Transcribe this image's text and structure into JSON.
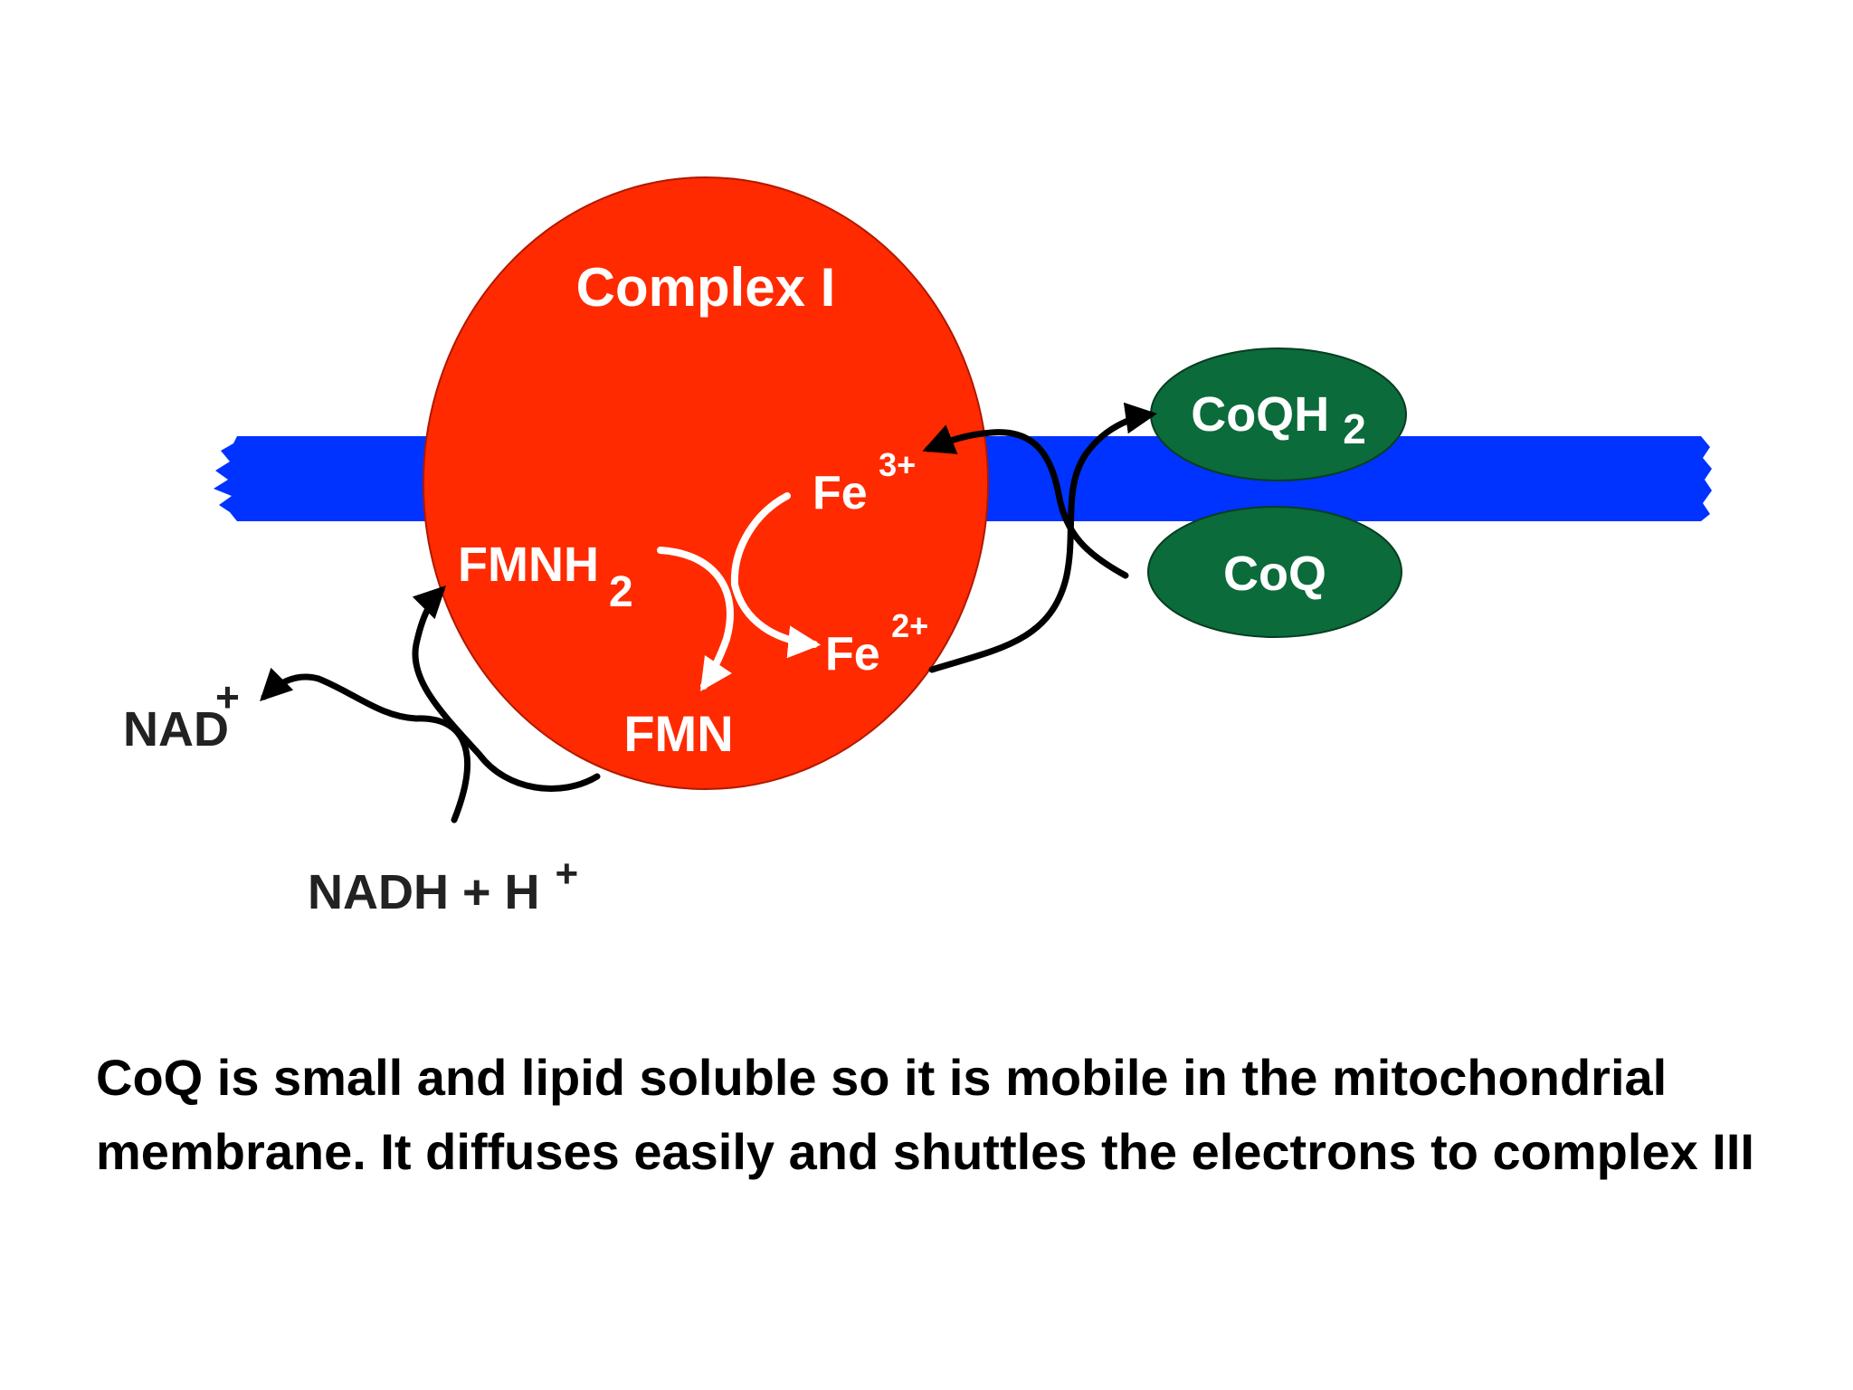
{
  "diagram": {
    "complex_label": "Complex I",
    "fe3": {
      "base": "Fe",
      "sup": "3+"
    },
    "fe2": {
      "base": "Fe",
      "sup": "2+"
    },
    "fmnh2": {
      "base": "FMNH",
      "sub": "2"
    },
    "fmn": "FMN",
    "coqh2": {
      "base": "CoQH",
      "sub": "2"
    },
    "coq": "CoQ",
    "nad": {
      "base": "NAD",
      "sup": "+"
    },
    "nadh": {
      "base": "NADH + H",
      "sup": "+"
    }
  },
  "caption": "CoQ is small and lipid soluble so it is mobile in the mitochondrial membrane. It diffuses easily and shuttles the electrons to complex III",
  "colors": {
    "membrane": "#0033ff",
    "complex": "#ff2a00",
    "coq": "#0b6b3a",
    "arrow_dark": "#000000",
    "arrow_light": "#ffffff",
    "label_dark": "#222222"
  }
}
